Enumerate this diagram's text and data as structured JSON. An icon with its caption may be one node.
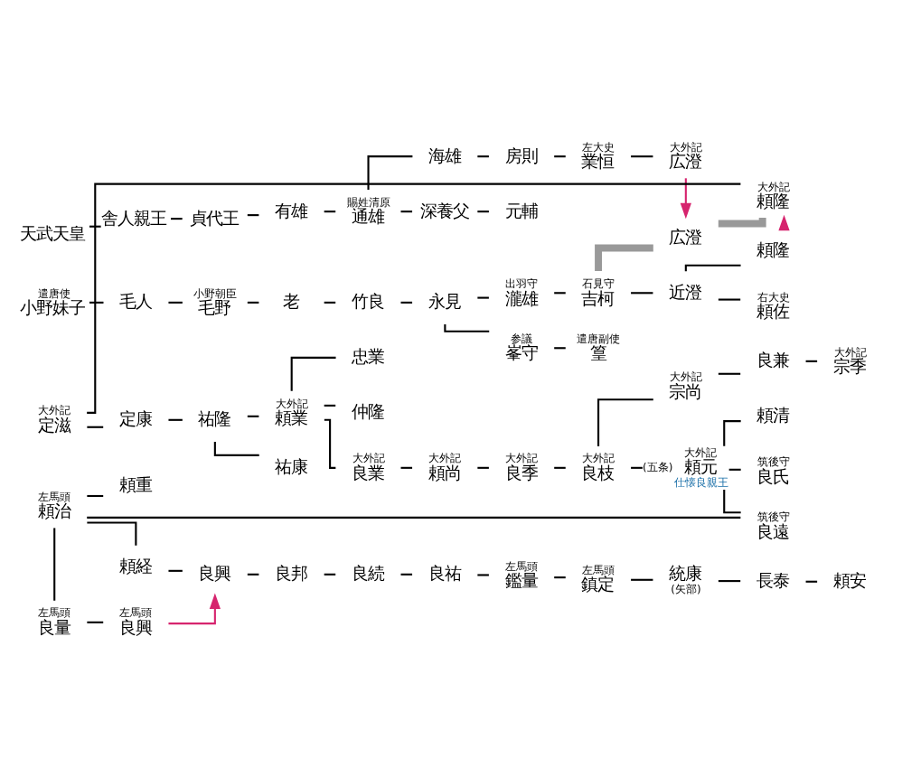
{
  "diagram": {
    "nodes": [
      {
        "text": [
          "天武天皇"
        ]
      },
      {
        "text": [
          "舎人親王"
        ]
      },
      {
        "text": [
          "貞代王"
        ]
      },
      {
        "text": [
          "有雄"
        ]
      },
      {
        "text": [
          "通雄"
        ],
        "beside": [
          "賜姓清原"
        ]
      },
      {
        "text": [
          "深養父"
        ]
      },
      {
        "text": [
          "元輔"
        ]
      },
      {
        "text": [
          "海雄"
        ]
      },
      {
        "text": [
          "房則"
        ]
      },
      {
        "text": [
          "業恒"
        ],
        "beside": [
          "左大史"
        ]
      },
      {
        "text": [
          "広澄"
        ],
        "beside": [
          "大外記"
        ]
      },
      {
        "text": [
          "小野妹子"
        ],
        "beside": [
          "遣唐使"
        ]
      },
      {
        "text": [
          "毛人"
        ]
      },
      {
        "text": [
          "毛野"
        ],
        "beside": [
          "小野朝臣"
        ]
      },
      {
        "text": [
          "老"
        ]
      },
      {
        "text": [
          "竹良"
        ]
      },
      {
        "text": [
          "永見"
        ]
      },
      {
        "text": [
          "瀧雄"
        ],
        "beside": [
          "出羽守"
        ]
      },
      {
        "text": [
          "吉柯"
        ],
        "beside": [
          "石見守"
        ]
      },
      {
        "text": [
          "広澄"
        ]
      },
      {
        "text": [
          "頼隆"
        ],
        "beside": [
          "大外記"
        ]
      },
      {
        "text": [
          "近澄"
        ]
      },
      {
        "text": [
          "頼隆"
        ]
      },
      {
        "text": [
          "頼佐"
        ],
        "beside": [
          "右大史"
        ]
      },
      {
        "text": [
          "峯守"
        ],
        "beside": [
          "参議"
        ]
      },
      {
        "text": [
          "篁"
        ],
        "beside": [
          "遣唐副使"
        ]
      },
      {
        "text": [
          "定滋"
        ],
        "beside": [
          "大外記"
        ]
      },
      {
        "text": [
          "定康"
        ]
      },
      {
        "text": [
          "祐隆"
        ]
      },
      {
        "text": [
          "頼業"
        ],
        "beside": [
          "大外記"
        ]
      },
      {
        "text": [
          "仲隆"
        ]
      },
      {
        "text": [
          "祐康"
        ]
      },
      {
        "text": [
          "良業"
        ],
        "beside": [
          "大外記"
        ]
      },
      {
        "text": [
          "頼尚"
        ],
        "beside": [
          "大外記"
        ]
      },
      {
        "text": [
          "良季"
        ],
        "beside": [
          "大外記"
        ]
      },
      {
        "text": [
          "良枝"
        ],
        "beside": [
          "大外記"
        ]
      },
      {
        "text": [
          "宗尚"
        ],
        "beside": [
          "大外記"
        ]
      },
      {
        "text": [
          "良兼"
        ]
      },
      {
        "text": [
          "宗季"
        ],
        "beside": [
          "大外記"
        ]
      },
      {
        "text": [
          "頼元"
        ],
        "beside": [
          "大外記",
          "(五条)",
          "仕懐良親王"
        ]
      },
      {
        "text": [
          "良氏"
        ],
        "beside": [
          "筑後守"
        ]
      },
      {
        "text": [
          "頼清"
        ]
      },
      {
        "text": [
          "良遠"
        ],
        "beside": [
          "筑後守"
        ]
      },
      {
        "text": [
          "頼治"
        ],
        "beside": [
          "左馬頭"
        ]
      },
      {
        "text": [
          "良量"
        ],
        "beside": [
          "左馬頭"
        ]
      },
      {
        "text": [
          "良興"
        ],
        "beside": [
          "左馬頭"
        ]
      },
      {
        "text": [
          "頼経"
        ]
      },
      {
        "text": [
          "良興"
        ]
      },
      {
        "text": [
          "良邦"
        ]
      },
      {
        "text": [
          "良続"
        ]
      },
      {
        "text": [
          "良祐"
        ]
      },
      {
        "text": [
          "鑑量"
        ],
        "beside": [
          "左馬頭"
        ]
      },
      {
        "text": [
          "鎮定"
        ],
        "beside": [
          "左馬頭"
        ]
      },
      {
        "text": [
          "統康"
        ],
        "beside": [
          "(矢部)"
        ]
      },
      {
        "text": [
          "長泰"
        ]
      },
      {
        "text": [
          "頼安"
        ]
      },
      {
        "text": [
          "忠業"
        ]
      },
      {
        "text": [
          "頼重"
        ]
      }
    ],
    "edges": [
      {
        "from": 0,
        "to": 1,
        "arrow": "none"
      },
      {
        "from": 1,
        "to": 2,
        "arrow": "none"
      },
      {
        "from": 2,
        "to": 3,
        "arrow": "none"
      },
      {
        "from": 3,
        "to": 4,
        "arrow": "none"
      },
      {
        "from": 4,
        "to": 5,
        "arrow": "none"
      },
      {
        "from": 5,
        "to": 6,
        "arrow": "none"
      },
      {
        "from": 4,
        "to": 7,
        "arrow": "none"
      },
      {
        "from": 7,
        "to": 8,
        "arrow": "none"
      },
      {
        "from": 8,
        "to": 9,
        "arrow": "none"
      },
      {
        "from": 9,
        "to": 10,
        "arrow": "none"
      },
      {
        "from": 10,
        "to": 19,
        "arrow": "to",
        "color": "#d6246e"
      },
      {
        "from": 11,
        "to": 12,
        "arrow": "none"
      },
      {
        "from": 12,
        "to": 13,
        "arrow": "none"
      },
      {
        "from": 13,
        "to": 14,
        "arrow": "none"
      },
      {
        "from": 14,
        "to": 15,
        "arrow": "none"
      },
      {
        "from": 15,
        "to": 16,
        "arrow": "none"
      },
      {
        "from": 16,
        "to": 17,
        "arrow": "none"
      },
      {
        "from": 16,
        "to": 24,
        "arrow": "none"
      },
      {
        "from": 24,
        "to": 25,
        "arrow": "none"
      },
      {
        "from": 17,
        "to": 18,
        "arrow": "none"
      },
      {
        "from": 18,
        "to": 19,
        "arrow": "none",
        "style": "thick",
        "color": "#999999"
      },
      {
        "from": 19,
        "to": 20,
        "arrow": "none",
        "style": "thick",
        "color": "#999999"
      },
      {
        "from": 18,
        "to": 21,
        "arrow": "none"
      },
      {
        "from": 21,
        "to": 22,
        "arrow": "none"
      },
      {
        "from": 22,
        "to": 20,
        "arrow": "to",
        "color": "#d6246e"
      },
      {
        "from": 21,
        "to": 23,
        "arrow": "none"
      },
      {
        "from": 20,
        "to": 26,
        "arrow": "none"
      },
      {
        "from": 26,
        "to": 27,
        "arrow": "none"
      },
      {
        "from": 27,
        "to": 28,
        "arrow": "none"
      },
      {
        "from": 28,
        "to": 29,
        "arrow": "none"
      },
      {
        "from": 28,
        "to": 31,
        "arrow": "none"
      },
      {
        "from": 29,
        "to": 30,
        "arrow": "none"
      },
      {
        "from": 29,
        "to": 32,
        "arrow": "none"
      },
      {
        "from": 29,
        "to": 56,
        "arrow": "none"
      },
      {
        "from": 32,
        "to": 33,
        "arrow": "none"
      },
      {
        "from": 33,
        "to": 34,
        "arrow": "none"
      },
      {
        "from": 34,
        "to": 35,
        "arrow": "none"
      },
      {
        "from": 35,
        "to": 36,
        "arrow": "none"
      },
      {
        "from": 35,
        "to": 39,
        "arrow": "none"
      },
      {
        "from": 36,
        "to": 37,
        "arrow": "none"
      },
      {
        "from": 37,
        "to": 38,
        "arrow": "none"
      },
      {
        "from": 39,
        "to": 40,
        "arrow": "none"
      },
      {
        "from": 39,
        "to": 41,
        "arrow": "none"
      },
      {
        "from": 39,
        "to": 42,
        "arrow": "none"
      },
      {
        "from": 42,
        "to": 43,
        "arrow": "none"
      },
      {
        "from": 43,
        "to": 44,
        "arrow": "none"
      },
      {
        "from": 43,
        "to": 46,
        "arrow": "none"
      },
      {
        "from": 43,
        "to": 57,
        "arrow": "none"
      },
      {
        "from": 44,
        "to": 45,
        "arrow": "none"
      },
      {
        "from": 45,
        "to": 47,
        "arrow": "to",
        "color": "#d6246e"
      },
      {
        "from": 46,
        "to": 47,
        "arrow": "none"
      },
      {
        "from": 47,
        "to": 48,
        "arrow": "none"
      },
      {
        "from": 48,
        "to": 49,
        "arrow": "none"
      },
      {
        "from": 49,
        "to": 50,
        "arrow": "none"
      },
      {
        "from": 50,
        "to": 51,
        "arrow": "none"
      },
      {
        "from": 51,
        "to": 52,
        "arrow": "none"
      },
      {
        "from": 52,
        "to": 53,
        "arrow": "none"
      },
      {
        "from": 53,
        "to": 54,
        "arrow": "none"
      },
      {
        "from": 54,
        "to": 55,
        "arrow": "none"
      }
    ]
  }
}
